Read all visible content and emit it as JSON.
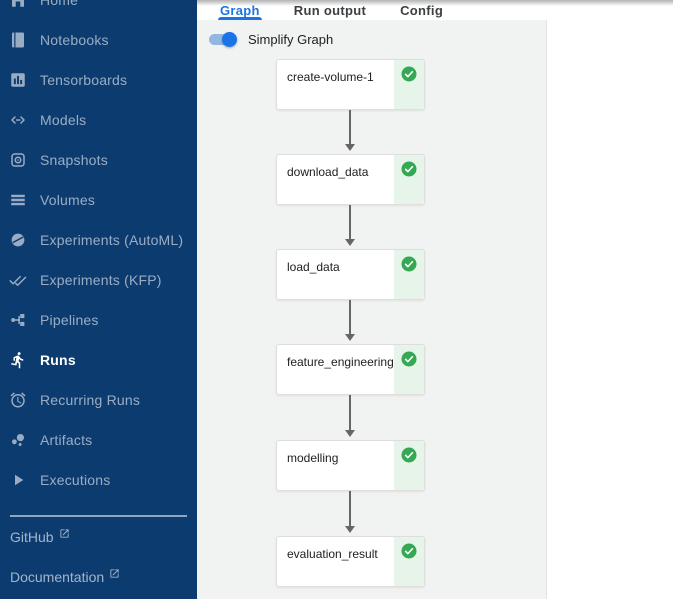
{
  "colors": {
    "sidebar_bg": "#0c3b70",
    "accent_blue": "#1a73e8",
    "success_green": "#34a853",
    "success_strip_bg": "#e6f4ea",
    "canvas_bg": "#f1f2f2"
  },
  "sidebar": {
    "items": [
      {
        "label": "Home"
      },
      {
        "label": "Notebooks"
      },
      {
        "label": "Tensorboards"
      },
      {
        "label": "Models"
      },
      {
        "label": "Snapshots"
      },
      {
        "label": "Volumes"
      },
      {
        "label": "Experiments (AutoML)"
      },
      {
        "label": "Experiments (KFP)"
      },
      {
        "label": "Pipelines"
      },
      {
        "label": "Runs",
        "active": true
      },
      {
        "label": "Recurring Runs"
      },
      {
        "label": "Artifacts"
      },
      {
        "label": "Executions"
      }
    ],
    "links": [
      {
        "label": "GitHub"
      },
      {
        "label": "Documentation"
      }
    ]
  },
  "tabs": [
    {
      "label": "Graph",
      "active": true
    },
    {
      "label": "Run output",
      "active": false
    },
    {
      "label": "Config",
      "active": false
    }
  ],
  "graph": {
    "simplify_label": "Simplify Graph",
    "simplify_on": true,
    "nodes": [
      {
        "label": "create-volume-1",
        "status": "succeeded"
      },
      {
        "label": "download_data",
        "status": "succeeded"
      },
      {
        "label": "load_data",
        "status": "succeeded"
      },
      {
        "label": "feature_engineering",
        "status": "succeeded"
      },
      {
        "label": "modelling",
        "status": "succeeded"
      },
      {
        "label": "evaluation_result",
        "status": "succeeded"
      }
    ]
  }
}
